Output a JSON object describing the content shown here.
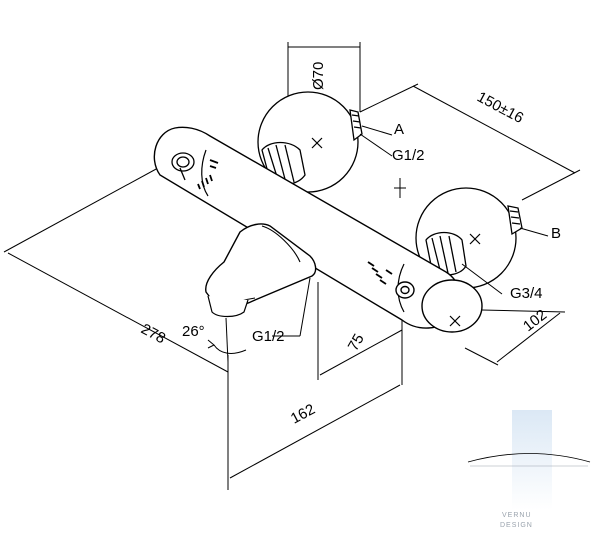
{
  "dimensions": {
    "diameter": "Ø70",
    "centers": "150±16",
    "length": "278",
    "width": "162",
    "spout_offset": "75",
    "depth": "102",
    "angle": "26°"
  },
  "connections": {
    "a_label": "A",
    "b_label": "B",
    "thread_top": "G1/2",
    "thread_spout": "G1/2",
    "thread_outlet": "G3/4"
  },
  "watermark": {
    "line1": "VERNU",
    "line2": "DESIGN"
  },
  "colors": {
    "line": "#000000",
    "background": "#ffffff",
    "watermark": "#cfdff0"
  }
}
